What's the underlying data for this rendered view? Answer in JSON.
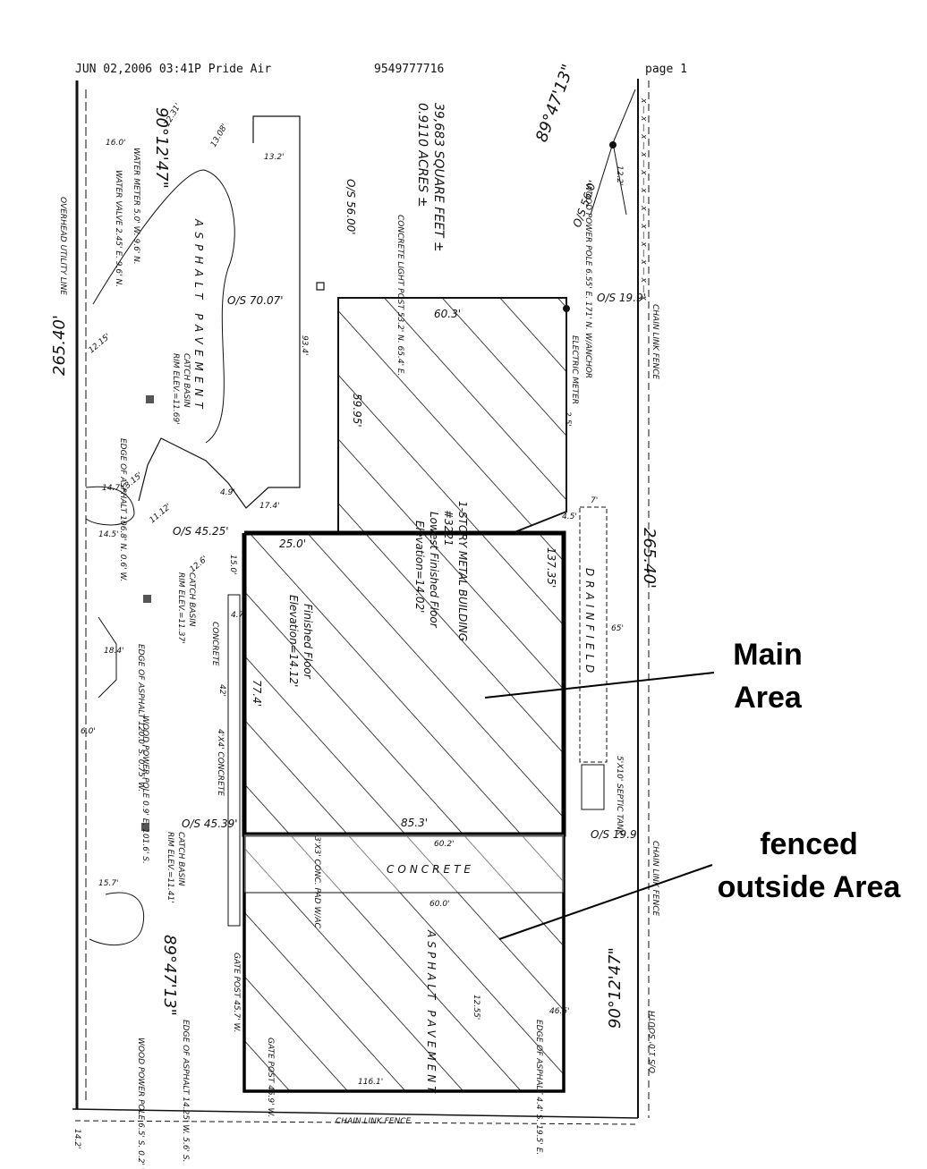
{
  "fax_header": {
    "datetime_sender": "JUN 02,2006 03:41P Pride Air",
    "phone": "9549777716",
    "page": "page 1"
  },
  "callouts": {
    "main_line1": "Main",
    "main_line2": "Area",
    "fenced_line1": "fenced",
    "fenced_line2": "outside Area"
  },
  "plat": {
    "area_sqft": "39,683 SQUARE FEET ±",
    "area_acres": "0.9110 ACRES ±",
    "bearing_top": "89°47'13\"",
    "bearing_top_left": "90°12'47\"",
    "bearing_bottom_left": "89°47'13\"",
    "bearing_bottom_right": "90°12'47\"",
    "right_dimension": "265.40'",
    "left_dimension_partial": "265.40'",
    "building_title": "1-STORY METAL BUILDING",
    "building_number": "#3221",
    "lowest_floor": "Lowest Finished Floor",
    "lowest_floor_elev": "Elevation=14.02'",
    "finished_floor": "Finished Floor",
    "finished_floor_elev": "Elevation=14.12'",
    "asphalt_pavement": "ASPHALT PAVEMENT",
    "asphalt_pavement_lower": "ASPHALT PAVEMENT",
    "concrete": "CONCRETE",
    "drainfield": "DRAINFIELD",
    "chain_link_fence_right": "CHAIN LINK FENCE",
    "chain_link_fence_right_lower": "CHAIN LINK FENCE",
    "chain_link_fence_bottom": "CHAIN LINK FENCE",
    "overhead_utility_line": "OVERHEAD UTILITY LINE",
    "catch_basin_1": "CATCH BASIN",
    "catch_basin_1_rim": "RIM ELEV.=11.69'",
    "catch_basin_2": "CATCH BASIN",
    "catch_basin_2_rim": "RIM ELEV.=11.37'",
    "catch_basin_3": "CATCH BASIN",
    "catch_basin_3_rim": "RIM ELEV.=11.41'",
    "os_70": "O/S 70.07'",
    "os_45_25": "O/S 45.25'",
    "os_45_39": "O/S 45.39'",
    "os_56_top": "O/S 56.00'",
    "os_56_right": "O/S 56.0'",
    "os_19_9_top": "O/S 19.9'",
    "os_19_9_bottom": "O/S 19.9'",
    "os_south": "O/S 1.0' SOUTH",
    "wood_power_pole_top": "WOOD POWER POLE 6.55' E. 171' N. W/ANCHOR",
    "water_meter": "WATER METER 5.0' W. 9.6' N.",
    "water_valve": "WATER VALVE 2.45' E. 9.6' N.",
    "concrete_light_post": "CONCRETE LIGHT POST 53.2' N. 65.4' E.",
    "electric_meter": "ELECTRIC METER",
    "edge_asphalt_1": "EDGE OF ASPHALT 106.8' N. 0.6' W.",
    "edge_asphalt_2": "EDGE OF ASPHALT 120.0' S. 0.75' W.",
    "wood_power_pole_mid": "WOOD POWER POLE 0.9' E. 101.6' S.",
    "edge_asphalt_3": "EDGE OF ASPHALT 14.25' W. 5.6' S.",
    "wood_power_pole_bottom": "WOOD POWER POLE 6.5' S. 0.2' W.",
    "edge_asphalt_4": "EDGE OF ASPHALT 4.4' S. 19.5' E.",
    "gate_post_1": "GATE POST 45.7' W.",
    "gate_post_2": "GATE POST 45.9' W.",
    "septic_tank": "5'X10' SEPTIC TANK",
    "conc_pad": "3'X3' CONC. PAD W/AC",
    "concrete_side": "CONCRETE",
    "concrete_4x4": "4'X4' CONCRETE",
    "d_60_3": "60.3'",
    "d_59_95": "59.95'",
    "d_25_0": "25.0'",
    "d_137_35": "137.35'",
    "d_77_4": "77.4'",
    "d_85_3": "85.3'",
    "d_60_2": "60.2'",
    "d_60_0": "60.0'",
    "d_116_1": "116.1'",
    "d_93_4": "93.4'",
    "d_17_4": "17.4'",
    "d_13_2": "13.2'",
    "d_65": "65'",
    "d_7": "7'",
    "d_4_5": "4.5'",
    "d_2_5": "2.5'",
    "d_42": "42'",
    "d_15_0": "15.0'",
    "d_4_7": "4.7'",
    "d_46_5": "46.5'",
    "d_6_0": "6.0'",
    "d_15_7": "15.7'",
    "d_18_4": "18.4'",
    "d_14_7": "14.7'",
    "d_14_5": "14.5'",
    "d_4_9": "4.9'",
    "d_12_31": "12.31'",
    "d_13_08": "13.08'",
    "d_16_0": "16.0'",
    "d_12_6": "12.6'",
    "d_11_12": "11.12'",
    "d_13_15": "13.15'",
    "d_12_15": "12.15'",
    "d_12_55": "12.55'",
    "d_14_2": "14.2'",
    "d_12_2": "12.2'"
  }
}
